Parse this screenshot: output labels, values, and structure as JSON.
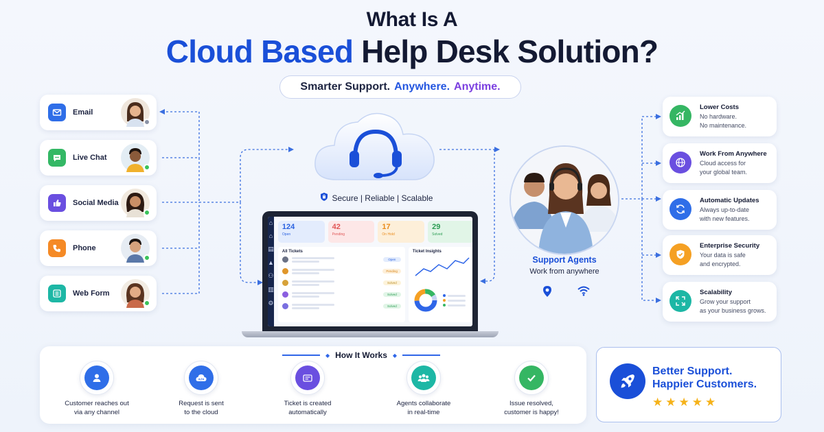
{
  "title": {
    "line1": "What Is A",
    "highlight": "Cloud Based",
    "rest": "Help Desk Solution?"
  },
  "tagline": {
    "part1": "Smarter Support.",
    "part2": "Anywhere.",
    "part3": "Anytime."
  },
  "channels": [
    {
      "label": "Email",
      "icon": "mail-icon",
      "color": "#2f6ee8"
    },
    {
      "label": "Live Chat",
      "icon": "chat-icon",
      "color": "#34b865"
    },
    {
      "label": "Social Media",
      "icon": "thumbs-up-icon",
      "color": "#6a4fe0"
    },
    {
      "label": "Phone",
      "icon": "phone-icon",
      "color": "#f58a26"
    },
    {
      "label": "Web Form",
      "icon": "form-icon",
      "color": "#1db7a5"
    }
  ],
  "cloud": {
    "icon": "headset-icon",
    "features": "Secure | Reliable | Scalable"
  },
  "dashboard": {
    "stats": [
      {
        "value": "124",
        "label": "Open",
        "color": "#2a62e0",
        "bg": "#e3ecfd"
      },
      {
        "value": "42",
        "label": "Pending",
        "color": "#e05555",
        "bg": "#fde7e7"
      },
      {
        "value": "17",
        "label": "On Hold",
        "color": "#ea8c1d",
        "bg": "#fdefd9"
      },
      {
        "value": "29",
        "label": "Solved",
        "color": "#2b9c53",
        "bg": "#e1f5e7"
      }
    ],
    "tickets_title": "All Tickets",
    "tickets": [
      {
        "status": "Open",
        "dot": "#6a7185",
        "badge_bg": "#e3ecfd",
        "badge_color": "#2a62e0"
      },
      {
        "status": "Pending",
        "dot": "#e0962a",
        "badge_bg": "#fdefd9",
        "badge_color": "#d9861a"
      },
      {
        "status": "Solved",
        "dot": "#d7a23a",
        "badge_bg": "#fdf3da",
        "badge_color": "#b98a20"
      },
      {
        "status": "Solved",
        "dot": "#8b5fe0",
        "badge_bg": "#e1f5e7",
        "badge_color": "#2b9c53"
      },
      {
        "status": "Solved",
        "dot": "#7a6fe0",
        "badge_bg": "#e1f5e7",
        "badge_color": "#2b9c53"
      }
    ],
    "insights_title": "Ticket Insights"
  },
  "agents": {
    "title": "Support Agents",
    "subtitle": "Work from anywhere"
  },
  "benefits": [
    {
      "title": "Lower Costs",
      "desc": "No hardware.\nNo maintenance.",
      "icon": "chart-up-icon",
      "color": "#35b663"
    },
    {
      "title": "Work From Anywhere",
      "desc": "Cloud access for\nyour global team.",
      "icon": "globe-icon",
      "color": "#6a4fe0"
    },
    {
      "title": "Automatic Updates",
      "desc": "Always up-to-date\nwith new features.",
      "icon": "refresh-icon",
      "color": "#2f6ee8"
    },
    {
      "title": "Enterprise Security",
      "desc": "Your data is safe\nand encrypted.",
      "icon": "shield-check-icon",
      "color": "#f5a023"
    },
    {
      "title": "Scalability",
      "desc": "Grow your support\nas your business grows.",
      "icon": "expand-icon",
      "color": "#1db7a5"
    }
  ],
  "how_it_works": {
    "title": "How It Works",
    "steps": [
      {
        "label": "Customer reaches out\nvia any channel",
        "icon": "user-icon",
        "color": "#2f6ee8"
      },
      {
        "label": "Request is sent\nto the cloud",
        "icon": "cloud-upload-icon",
        "color": "#2f6ee8"
      },
      {
        "label": "Ticket is created\nautomatically",
        "icon": "ticket-icon",
        "color": "#6a4fe0"
      },
      {
        "label": "Agents collaborate\nin real-time",
        "icon": "team-icon",
        "color": "#1db7a5"
      },
      {
        "label": "Issue resolved,\ncustomer is happy!",
        "icon": "check-icon",
        "color": "#35b663"
      }
    ]
  },
  "promo": {
    "line1": "Better Support.",
    "line2": "Happier Customers.",
    "stars": "★★★★★",
    "icon": "rocket-icon"
  }
}
